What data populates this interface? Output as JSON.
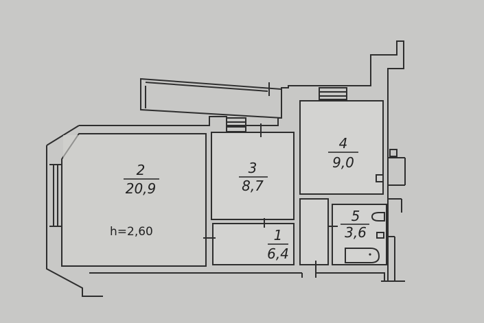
{
  "rooms": [
    {
      "number": "1",
      "area": "6,4"
    },
    {
      "number": "2",
      "area": "20,9"
    },
    {
      "number": "3",
      "area": "8,7"
    },
    {
      "number": "4",
      "area": "9,0"
    },
    {
      "number": "5",
      "area": "3,6"
    }
  ],
  "ceiling_height": "h=2,60"
}
